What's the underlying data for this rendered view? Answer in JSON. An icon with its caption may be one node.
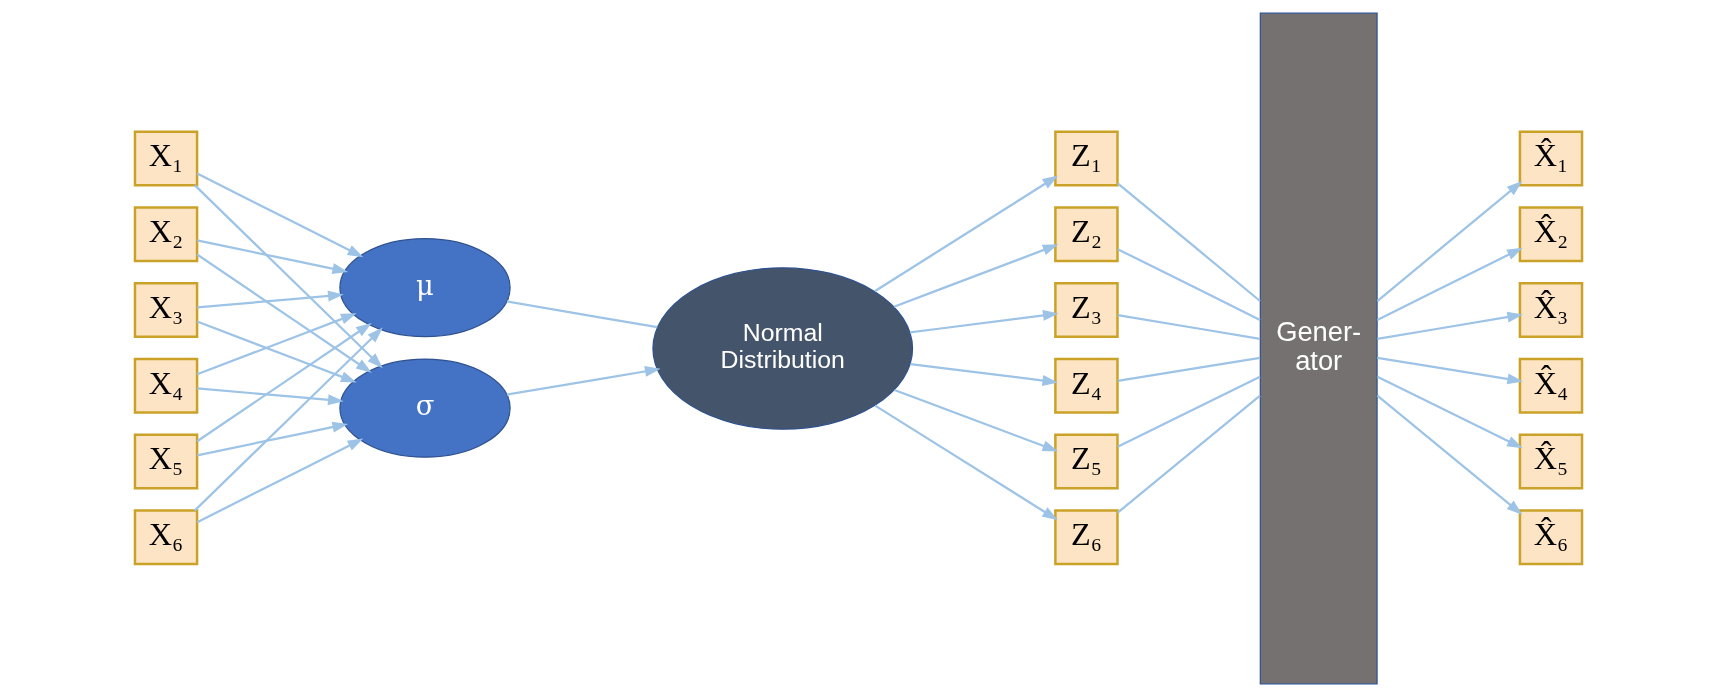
{
  "diagram": {
    "nodes": [
      {
        "text": [
          "X₁"
        ]
      },
      {
        "text": [
          "X₂"
        ]
      },
      {
        "text": [
          "X₃"
        ]
      },
      {
        "text": [
          "X₄"
        ]
      },
      {
        "text": [
          "X₅"
        ]
      },
      {
        "text": [
          "X₆"
        ]
      },
      {
        "text": [
          "μ"
        ]
      },
      {
        "text": [
          "σ"
        ]
      },
      {
        "text": [
          "Normal Distribution"
        ]
      },
      {
        "text": [
          "Z₁"
        ]
      },
      {
        "text": [
          "Z₂"
        ]
      },
      {
        "text": [
          "Z₃"
        ]
      },
      {
        "text": [
          "Z₄"
        ]
      },
      {
        "text": [
          "Z₅"
        ]
      },
      {
        "text": [
          "Z₆"
        ]
      },
      {
        "text": [
          "Gener- ator"
        ]
      },
      {
        "text": [
          "X̂₁"
        ]
      },
      {
        "text": [
          "X̂₂"
        ]
      },
      {
        "text": [
          "X̂₃"
        ]
      },
      {
        "text": [
          "X̂₄"
        ]
      },
      {
        "text": [
          "X̂₅"
        ]
      },
      {
        "text": [
          "X̂₆"
        ]
      }
    ],
    "edges": [
      {
        "from": 0,
        "to": 6,
        "arrow": "to"
      },
      {
        "from": 0,
        "to": 7,
        "arrow": "to"
      },
      {
        "from": 1,
        "to": 6,
        "arrow": "to"
      },
      {
        "from": 1,
        "to": 7,
        "arrow": "to"
      },
      {
        "from": 2,
        "to": 6,
        "arrow": "to"
      },
      {
        "from": 2,
        "to": 7,
        "arrow": "to"
      },
      {
        "from": 3,
        "to": 6,
        "arrow": "to"
      },
      {
        "from": 3,
        "to": 7,
        "arrow": "to"
      },
      {
        "from": 4,
        "to": 6,
        "arrow": "to"
      },
      {
        "from": 4,
        "to": 7,
        "arrow": "to"
      },
      {
        "from": 5,
        "to": 6,
        "arrow": "to"
      },
      {
        "from": 5,
        "to": 7,
        "arrow": "to"
      },
      {
        "from": 6,
        "to": 8,
        "arrow": "none"
      },
      {
        "from": 7,
        "to": 8,
        "arrow": "to"
      },
      {
        "from": 8,
        "to": 9,
        "arrow": "to"
      },
      {
        "from": 8,
        "to": 10,
        "arrow": "to"
      },
      {
        "from": 8,
        "to": 11,
        "arrow": "to"
      },
      {
        "from": 8,
        "to": 12,
        "arrow": "to"
      },
      {
        "from": 8,
        "to": 13,
        "arrow": "to"
      },
      {
        "from": 8,
        "to": 14,
        "arrow": "to"
      },
      {
        "from": 9,
        "to": 15,
        "arrow": "none"
      },
      {
        "from": 10,
        "to": 15,
        "arrow": "none"
      },
      {
        "from": 11,
        "to": 15,
        "arrow": "none"
      },
      {
        "from": 12,
        "to": 15,
        "arrow": "none"
      },
      {
        "from": 13,
        "to": 15,
        "arrow": "none"
      },
      {
        "from": 14,
        "to": 15,
        "arrow": "none"
      },
      {
        "from": 15,
        "to": 16,
        "arrow": "to"
      },
      {
        "from": 15,
        "to": 17,
        "arrow": "to"
      },
      {
        "from": 15,
        "to": 18,
        "arrow": "to"
      },
      {
        "from": 15,
        "to": 19,
        "arrow": "to"
      },
      {
        "from": 15,
        "to": 20,
        "arrow": "to"
      },
      {
        "from": 15,
        "to": 21,
        "arrow": "to"
      }
    ]
  }
}
